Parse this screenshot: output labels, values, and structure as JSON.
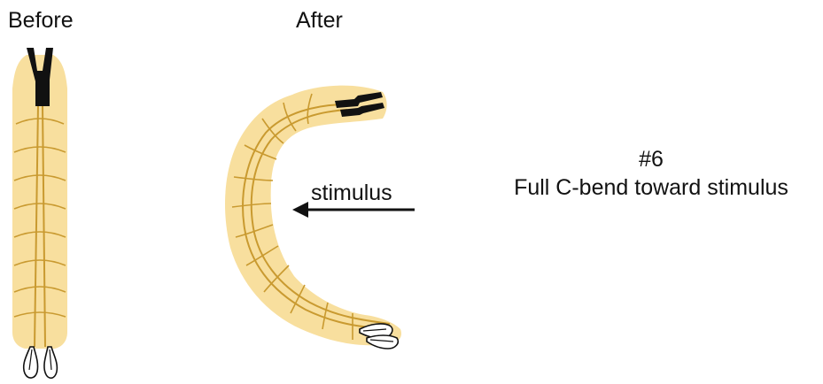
{
  "labels": {
    "before": "Before",
    "after": "After",
    "stimulus": "stimulus",
    "response_number": "#6",
    "response_description": "Full C-bend toward stimulus"
  },
  "colors": {
    "body_fill": "#f8df9e",
    "nerve_line": "#c99a30",
    "mouth_parts": "#111111",
    "arrow": "#111111"
  }
}
